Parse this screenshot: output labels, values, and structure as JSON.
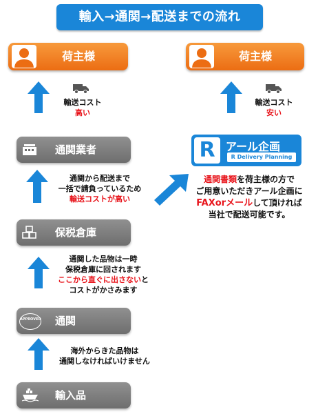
{
  "title": "輸入→通関→配送までの流れ",
  "colors": {
    "accent_blue": "#1a86d8",
    "orange": "#ec6d13",
    "grey": "#7a7a7a",
    "red": "#e8141b"
  },
  "left_column": {
    "shipper": "荷主様",
    "cost_label": "輸送コスト",
    "cost_value": "高い",
    "customs_broker": "通関業者",
    "broker_note_1": "通関から配送まで",
    "broker_note_2": "一括で請負っているため",
    "broker_note_3": "輸送コストが高い",
    "bonded_warehouse": "保税倉庫",
    "warehouse_note_1": "通関した品物は一時",
    "warehouse_note_2": "保税倉庫に回されます",
    "warehouse_note_3": "ここから直ぐに出さない",
    "warehouse_note_3b": "と",
    "warehouse_note_4": "コストがかさみます",
    "customs": "通関",
    "customs_note_1": "海外からきた品物は",
    "customs_note_2": "通関しなければいけません",
    "import_goods": "輸入品",
    "stamp_text": "APPROVED"
  },
  "right_column": {
    "shipper": "荷主様",
    "cost_label": "輸送コスト",
    "cost_value": "安い",
    "logo_mark": "R",
    "logo_name": "アール企画",
    "logo_sub": "R Delivery Planning",
    "desc_1a": "通関書類",
    "desc_1b": "を荷主様の方で",
    "desc_2": "ご用意いただきアール企画に",
    "desc_3a": "FAXorメール",
    "desc_3b": "して頂ければ",
    "desc_4": "当社で配送可能です。"
  },
  "icons": [
    "person-icon",
    "truck-icon",
    "up-arrow-icon",
    "diagonal-arrow-icon",
    "factory-icon",
    "boxes-icon",
    "approved-stamp-icon",
    "ship-icon"
  ]
}
